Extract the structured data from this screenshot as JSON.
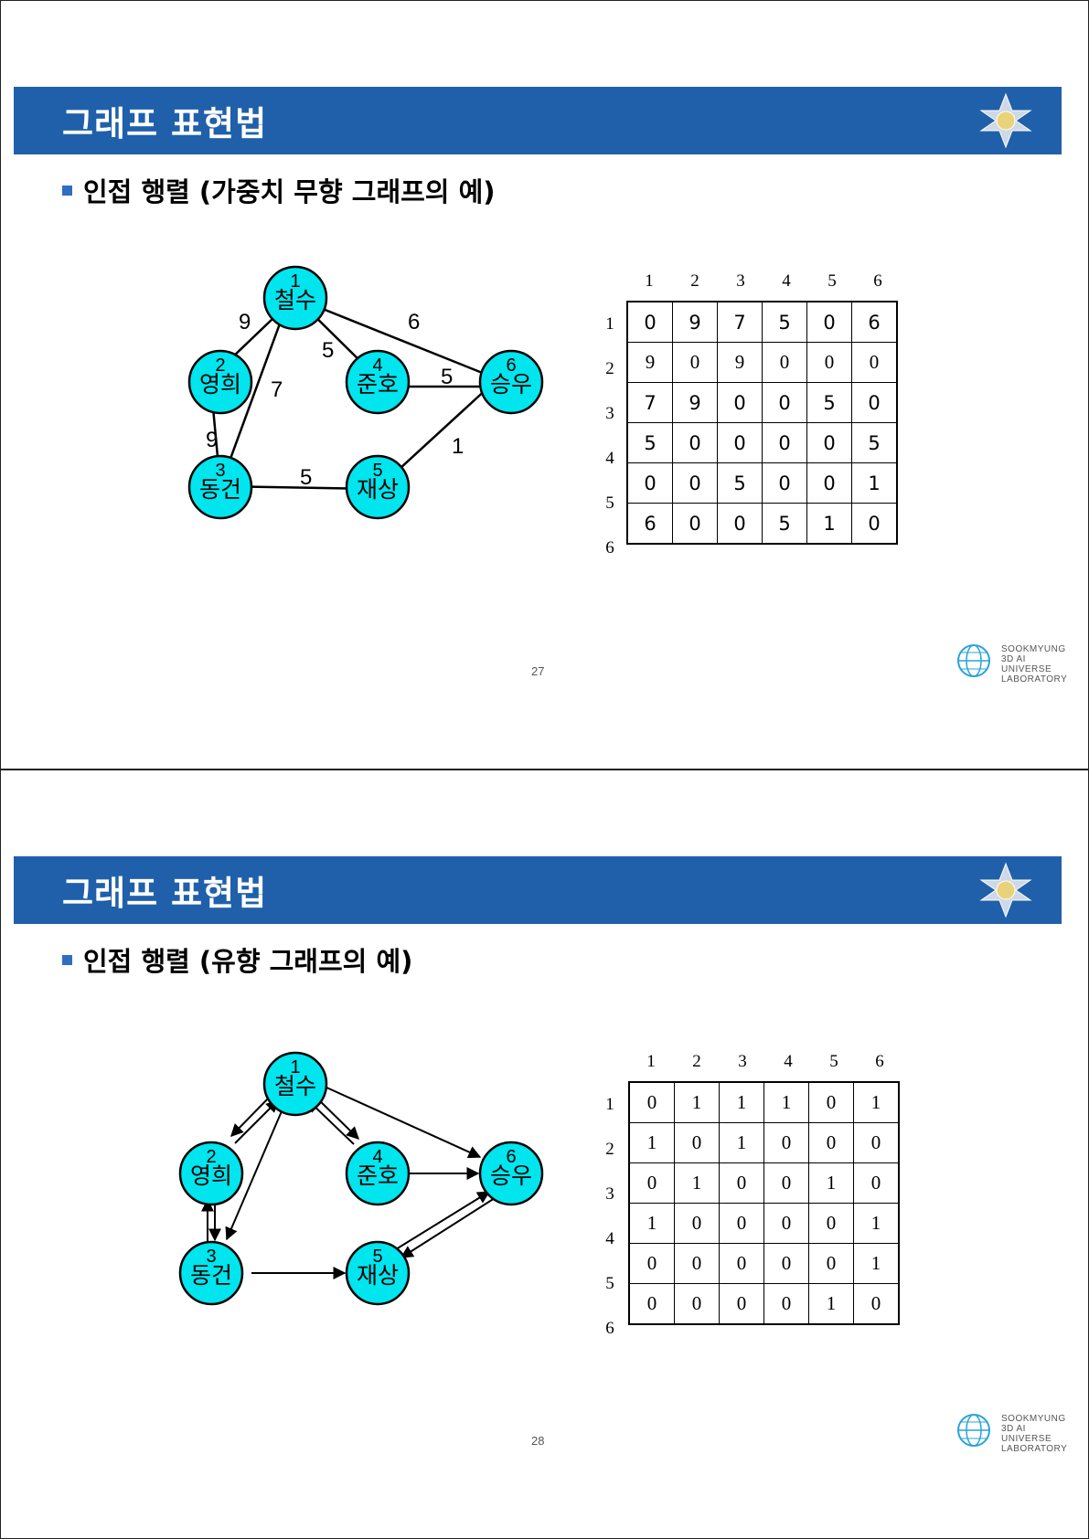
{
  "slides": [
    {
      "title": "그래프 표현법",
      "subtitle": "인접 행렬 (가중치 무향 그래프의 예)",
      "page_number": "27",
      "lab_lines": [
        "SOOKMYUNG",
        "3D AI UNIVERSE",
        "LABORATORY"
      ],
      "nodes": [
        {
          "num": "1",
          "name": "철수"
        },
        {
          "num": "2",
          "name": "영희"
        },
        {
          "num": "3",
          "name": "동건"
        },
        {
          "num": "4",
          "name": "준호"
        },
        {
          "num": "5",
          "name": "재상"
        },
        {
          "num": "6",
          "name": "승우"
        }
      ],
      "edge_weights": {
        "e12": "9",
        "e13": "7",
        "e14": "5",
        "e16": "6",
        "e23": "9",
        "e35": "5",
        "e46": "5",
        "e56": "1"
      },
      "matrix": {
        "col_headers": [
          "1",
          "2",
          "3",
          "4",
          "5",
          "6"
        ],
        "row_headers": [
          "1",
          "2",
          "3",
          "4",
          "5",
          "6"
        ],
        "rows": [
          [
            "0",
            "9",
            "7",
            "5",
            "0",
            "6"
          ],
          [
            "9",
            "0",
            "9",
            "0",
            "0",
            "0"
          ],
          [
            "7",
            "9",
            "0",
            "0",
            "5",
            "0"
          ],
          [
            "5",
            "0",
            "0",
            "0",
            "0",
            "5"
          ],
          [
            "0",
            "0",
            "5",
            "0",
            "0",
            "1"
          ],
          [
            "6",
            "0",
            "0",
            "5",
            "1",
            "0"
          ]
        ]
      }
    },
    {
      "title": "그래프 표현법",
      "subtitle": "인접 행렬 (유향 그래프의 예)",
      "page_number": "28",
      "lab_lines": [
        "SOOKMYUNG",
        "3D AI UNIVERSE",
        "LABORATORY"
      ],
      "nodes": [
        {
          "num": "1",
          "name": "철수"
        },
        {
          "num": "2",
          "name": "영희"
        },
        {
          "num": "3",
          "name": "동건"
        },
        {
          "num": "4",
          "name": "준호"
        },
        {
          "num": "5",
          "name": "재상"
        },
        {
          "num": "6",
          "name": "승우"
        }
      ],
      "matrix": {
        "col_headers": [
          "1",
          "2",
          "3",
          "4",
          "5",
          "6"
        ],
        "row_headers": [
          "1",
          "2",
          "3",
          "4",
          "5",
          "6"
        ],
        "rows": [
          [
            "0",
            "1",
            "1",
            "1",
            "0",
            "1"
          ],
          [
            "1",
            "0",
            "1",
            "0",
            "0",
            "0"
          ],
          [
            "0",
            "1",
            "0",
            "0",
            "1",
            "0"
          ],
          [
            "1",
            "0",
            "0",
            "0",
            "0",
            "1"
          ],
          [
            "0",
            "0",
            "0",
            "0",
            "0",
            "1"
          ],
          [
            "0",
            "0",
            "0",
            "0",
            "1",
            "0"
          ]
        ]
      }
    }
  ],
  "colors": {
    "title_bar": "#2060aa",
    "node_fill": "#00e5ee",
    "bullet": "#2f6fc0"
  }
}
